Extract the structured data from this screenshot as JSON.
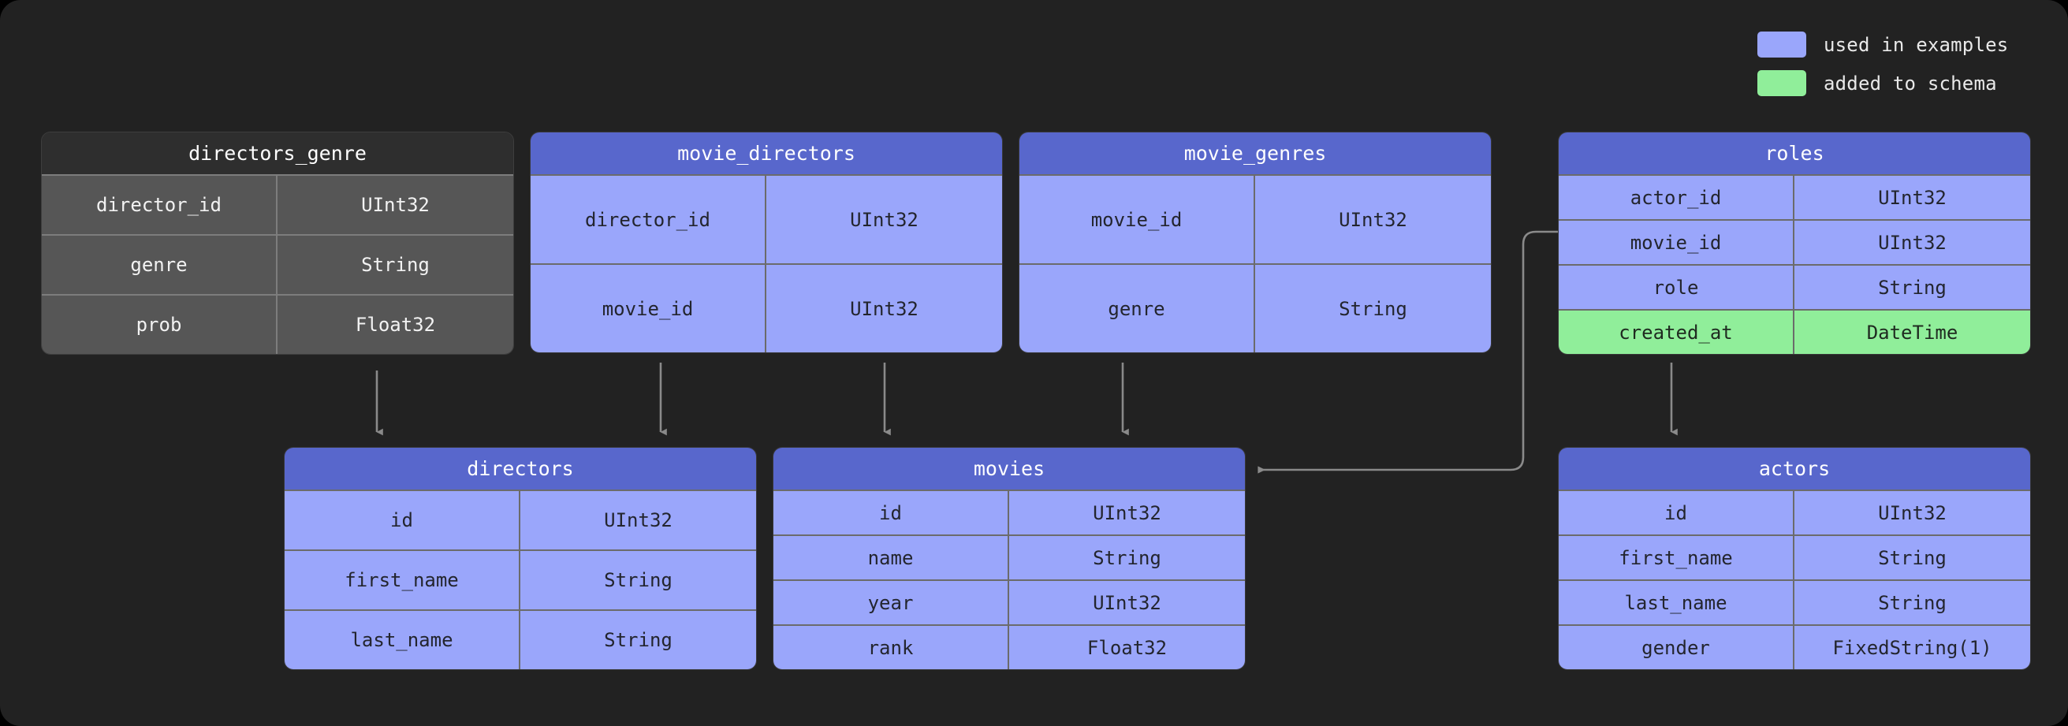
{
  "colors": {
    "canvas_background": "#222222",
    "page_background": "#000000",
    "header_blue": "#5867cc",
    "body_blue": "#9aa6fb",
    "added_green": "#90ee9a",
    "dim_header": "#2e2e2e",
    "dim_body": "#565656",
    "connector": "#8a8a8a",
    "text_light": "#ffffff",
    "text_dark": "#23252e"
  },
  "legend": {
    "items": [
      {
        "label": "used in examples",
        "color": "#9aa6fb",
        "swatch_name": "legend-swatch-used-in-examples"
      },
      {
        "label": "added to schema",
        "color": "#90ee9a",
        "swatch_name": "legend-swatch-added-to-schema"
      }
    ]
  },
  "diagram": {
    "type": "database-schema-erd",
    "tables": [
      {
        "name": "directors_genre",
        "style": "dim",
        "columns": [
          {
            "name": "director_id",
            "type": "UInt32",
            "state": "normal"
          },
          {
            "name": "genre",
            "type": "String",
            "state": "normal"
          },
          {
            "name": "prob",
            "type": "Float32",
            "state": "normal"
          }
        ]
      },
      {
        "name": "movie_directors",
        "style": "highlight",
        "columns": [
          {
            "name": "director_id",
            "type": "UInt32",
            "state": "normal"
          },
          {
            "name": "movie_id",
            "type": "UInt32",
            "state": "normal"
          }
        ]
      },
      {
        "name": "movie_genres",
        "style": "highlight",
        "columns": [
          {
            "name": "movie_id",
            "type": "UInt32",
            "state": "normal"
          },
          {
            "name": "genre",
            "type": "String",
            "state": "normal"
          }
        ]
      },
      {
        "name": "roles",
        "style": "highlight",
        "columns": [
          {
            "name": "actor_id",
            "type": "UInt32",
            "state": "normal"
          },
          {
            "name": "movie_id",
            "type": "UInt32",
            "state": "normal"
          },
          {
            "name": "role",
            "type": "String",
            "state": "normal"
          },
          {
            "name": "created_at",
            "type": "DateTime",
            "state": "added"
          }
        ]
      },
      {
        "name": "directors",
        "style": "highlight",
        "columns": [
          {
            "name": "id",
            "type": "UInt32",
            "state": "normal"
          },
          {
            "name": "first_name",
            "type": "String",
            "state": "normal"
          },
          {
            "name": "last_name",
            "type": "String",
            "state": "normal"
          }
        ]
      },
      {
        "name": "movies",
        "style": "highlight",
        "columns": [
          {
            "name": "id",
            "type": "UInt32",
            "state": "normal"
          },
          {
            "name": "name",
            "type": "String",
            "state": "normal"
          },
          {
            "name": "year",
            "type": "UInt32",
            "state": "normal"
          },
          {
            "name": "rank",
            "type": "Float32",
            "state": "normal"
          }
        ]
      },
      {
        "name": "actors",
        "style": "highlight",
        "columns": [
          {
            "name": "id",
            "type": "UInt32",
            "state": "normal"
          },
          {
            "name": "first_name",
            "type": "String",
            "state": "normal"
          },
          {
            "name": "last_name",
            "type": "String",
            "state": "normal"
          },
          {
            "name": "gender",
            "type": "FixedString(1)",
            "state": "normal"
          }
        ]
      }
    ],
    "relationships": [
      {
        "from": "directors_genre",
        "to": "directors",
        "shape": "vertical"
      },
      {
        "from": "movie_directors",
        "to": "directors",
        "shape": "vertical"
      },
      {
        "from": "movie_directors",
        "to": "movies",
        "shape": "vertical"
      },
      {
        "from": "movie_genres",
        "to": "movies",
        "shape": "vertical"
      },
      {
        "from": "roles",
        "to": "actors",
        "shape": "vertical"
      },
      {
        "from": "roles",
        "to": "movies",
        "shape": "elbow"
      }
    ]
  },
  "caption_sliver": {
    "text": "— —— —— — ——— —— — —— ——— — —— —— —— — ——— —— — —— ——— — —— —— —— — ——— —— — —— ——— —"
  }
}
